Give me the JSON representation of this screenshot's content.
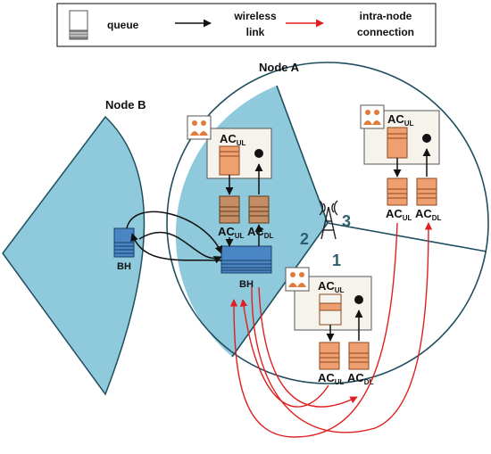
{
  "legend": {
    "queue_label": "queue",
    "wireless_label_line1": "wireless",
    "wireless_label_line2": "link",
    "intranode_label_line1": "intra-node",
    "intranode_label_line2": "connection"
  },
  "nodes": {
    "node_a_label": "Node A",
    "node_b_label": "Node B"
  },
  "sector_numbers": {
    "one": "1",
    "two": "2",
    "three": "3"
  },
  "labels": {
    "ac": "AC",
    "ul": "UL",
    "dl": "DL",
    "bh": "BH"
  },
  "colors": {
    "sector_fill": "#8ec9dc",
    "circle_stroke": "#1f4e5f",
    "queue_orange": "#f0a070",
    "queue_brown": "#c48d63",
    "queue_blue": "#4a86c5",
    "intranode_arrow": "#e02020",
    "wireless_arrow": "#111111",
    "sector_number_color": "#2e5d6e"
  },
  "icons": [
    "users-group-icon",
    "antenna-tower-icon",
    "ue-dot-icon"
  ]
}
